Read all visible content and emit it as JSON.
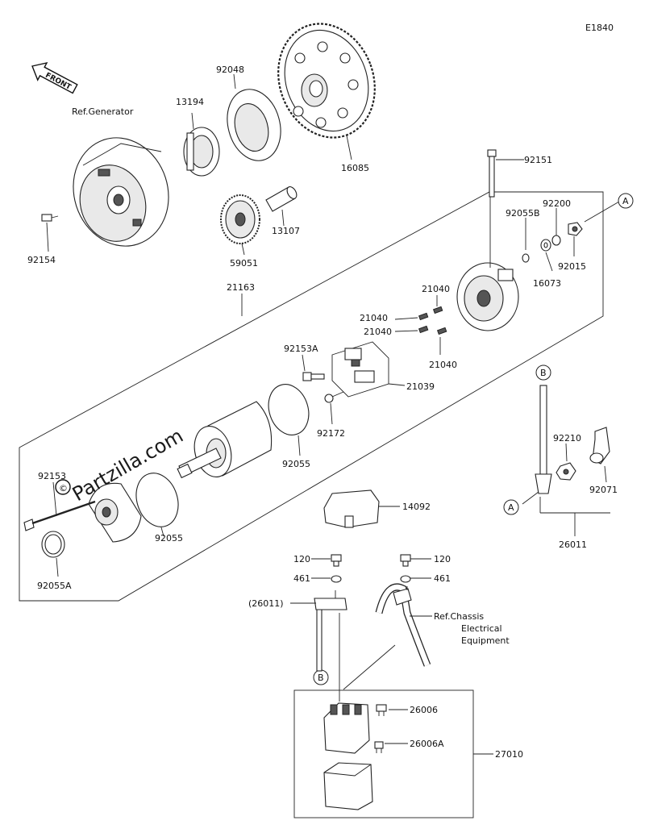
{
  "diagram_code": "E1840",
  "front_label": "FRONT",
  "watermark": "Partzilla.com",
  "callout_a": "A",
  "callout_b": "B",
  "labels": {
    "ref_generator": "Ref.Generator",
    "p92048": "92048",
    "p13194": "13194",
    "p16085": "16085",
    "p92151": "92151",
    "p92200": "92200",
    "p92055b": "92055B",
    "p92015": "92015",
    "p16073": "16073",
    "p92154": "92154",
    "p13107": "13107",
    "p59051": "59051",
    "p21163": "21163",
    "p21040a": "21040",
    "p21040b": "21040",
    "p21040c": "21040",
    "p21040d": "21040",
    "p92153a": "92153A",
    "p21039": "21039",
    "p92172": "92172",
    "p92055c": "92055",
    "p92055d": "92055",
    "p92153": "92153",
    "p92055a": "92055A",
    "p92210": "92210",
    "p92071": "92071",
    "p26011": "26011",
    "p14092": "14092",
    "p120a": "120",
    "p120b": "120",
    "p461a": "461",
    "p461b": "461",
    "p26011_ref": "(26011)",
    "ref_chassis_1": "Ref.Chassis",
    "ref_chassis_2": "Electrical",
    "ref_chassis_3": "Equipment",
    "p26006": "26006",
    "p26006a": "26006A",
    "p27010": "27010"
  }
}
